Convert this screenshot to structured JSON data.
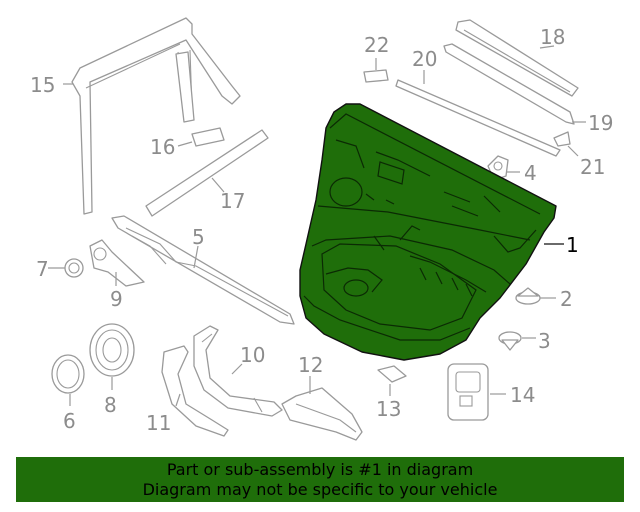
{
  "diagram": {
    "callouts": {
      "p1": "1",
      "p2": "2",
      "p3": "3",
      "p4": "4",
      "p5": "5",
      "p6": "6",
      "p7": "7",
      "p8": "8",
      "p9": "9",
      "p10": "10",
      "p11": "11",
      "p12": "12",
      "p13": "13",
      "p14": "14",
      "p15": "15",
      "p16": "16",
      "p17": "17",
      "p18": "18",
      "p19": "19",
      "p20": "20",
      "p21": "21",
      "p22": "22"
    },
    "highlight_part": "1",
    "colors": {
      "highlight": "#1f6e0a",
      "line": "#9a9a9a",
      "label": "#8c8c8c",
      "banner": "#1f6e0a"
    }
  },
  "footer": {
    "line1": "Part or sub-assembly is #1 in diagram",
    "line2": "Diagram may not be specific to your vehicle"
  }
}
